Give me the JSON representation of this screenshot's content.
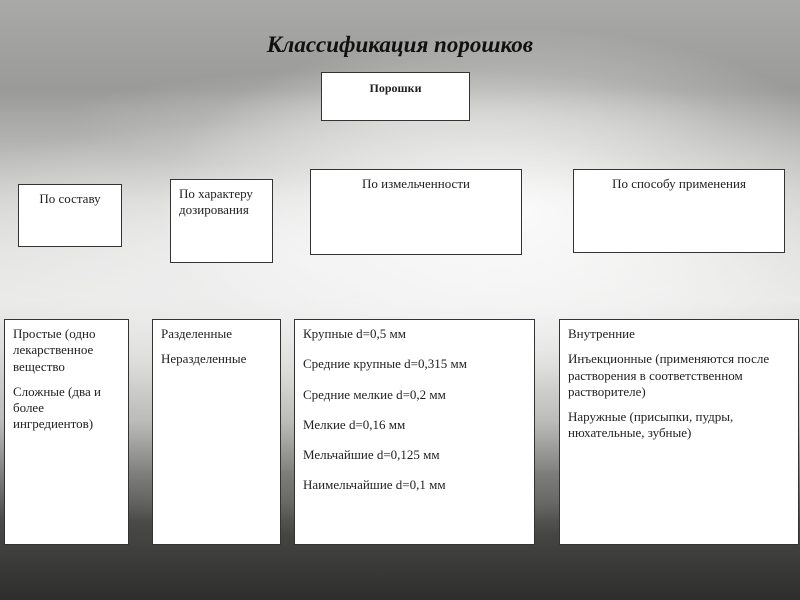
{
  "title": "Классификация порошков",
  "root": "Порошки",
  "categories": [
    {
      "label": "По составу"
    },
    {
      "label": "По характеру дозирования"
    },
    {
      "label": "По измельченности"
    },
    {
      "label": "По способу применения"
    }
  ],
  "details": [
    {
      "items": [
        "Простые (одно лекарственное вещество",
        "Сложные (два и более ингредиентов)"
      ]
    },
    {
      "items": [
        "Разделенные",
        "Неразделенные"
      ]
    },
    {
      "items": [
        "Крупные d=0,5 мм",
        "Средние крупные d=0,315 мм",
        "Средние мелкие d=0,2 мм",
        "Мелкие d=0,16 мм",
        "Мельчайшие d=0,125 мм",
        "Наимельчайшие d=0,1 мм"
      ]
    },
    {
      "items": [
        "Внутренние",
        "Инъекционные (применяются после растворения в соответственном растворителе)",
        "Наружные (присыпки, пудры, нюхательные, зубные)"
      ]
    }
  ]
}
